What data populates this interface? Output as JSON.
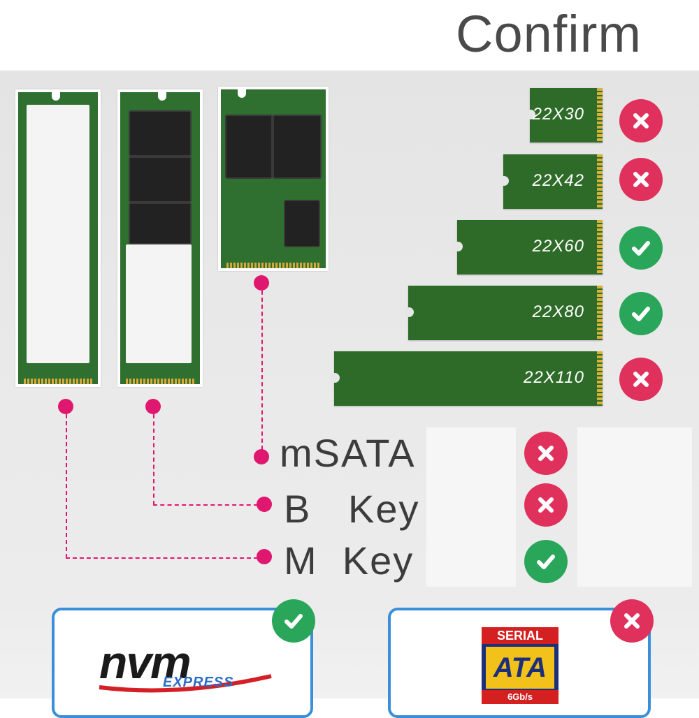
{
  "title": "Confirm",
  "sizes": [
    {
      "label": "22X30",
      "ok": false
    },
    {
      "label": "22X42",
      "ok": false
    },
    {
      "label": "22X60",
      "ok": true
    },
    {
      "label": "22X80",
      "ok": true
    },
    {
      "label": "22X110",
      "ok": false
    }
  ],
  "keys": [
    {
      "label": "mSATA",
      "ok": false
    },
    {
      "label": "B   Key",
      "ok": false
    },
    {
      "label": "M  Key",
      "ok": true
    }
  ],
  "protocols": [
    {
      "name": "nvm-express-logo",
      "text": "nvm",
      "subtext": "EXPRESS",
      "ok": true
    },
    {
      "name": "serial-ata-logo",
      "top": "SERIAL",
      "main": "ATA",
      "bottom": "6Gb/s",
      "ok": false
    }
  ],
  "colors": {
    "accent": "#e0176f",
    "ok": "#2aa65a",
    "no": "#e0305c",
    "card_border": "#3a8fd8",
    "pcb": "#2e6b28"
  }
}
